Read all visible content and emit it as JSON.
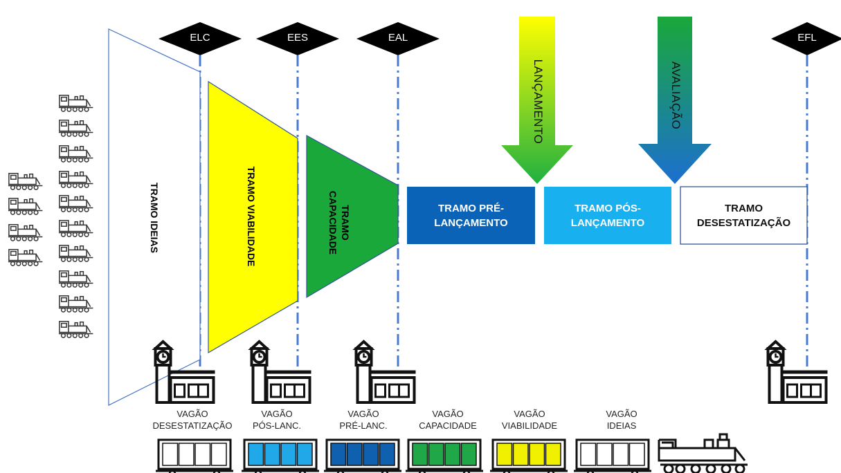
{
  "milestones": [
    {
      "id": "elc",
      "label": "ELC"
    },
    {
      "id": "ees",
      "label": "EES"
    },
    {
      "id": "eal",
      "label": "EAL"
    },
    {
      "id": "efl",
      "label": "EFL"
    }
  ],
  "stages": {
    "ideias": "TRAMO IDEIAS",
    "viabilidade": "TRAMO VIABILIDADE",
    "capacidade_line1": "TRAMO",
    "capacidade_line2": "CAPACIDADE",
    "pre_line1": "TRAMO PRÉ-",
    "pre_line2": "LANÇAMENTO",
    "pos_line1": "TRAMO PÓS-",
    "pos_line2": "LANÇAMENTO",
    "des_line1": "TRAMO",
    "des_line2": "DESESTATIZAÇÃO"
  },
  "arrows": {
    "lancamento": "LANÇAMENTO",
    "avaliacao": "AVALIAÇÃO"
  },
  "wagons": [
    {
      "line1": "VAGÃO",
      "line2": "DESESTATIZAÇÃO"
    },
    {
      "line1": "VAGÃO",
      "line2": "PÓS-LANC."
    },
    {
      "line1": "VAGÃO",
      "line2": "PRÉ-LANC."
    },
    {
      "line1": "VAGÃO",
      "line2": "CAPACIDADE"
    },
    {
      "line1": "VAGÃO",
      "line2": "VIABILIDADE"
    },
    {
      "line1": "VAGÃO",
      "line2": "IDEIAS"
    }
  ],
  "colors": {
    "yellow": "#ffff00",
    "green": "#1aa83a",
    "dark_blue": "#0b63b8",
    "light_blue": "#18b0ee",
    "dash_line": "#4a7bd0",
    "wagon_pos": "#20a8e8",
    "wagon_pre": "#1060b0",
    "wagon_cap": "#20a848",
    "wagon_via": "#f0f000"
  },
  "icons": [
    "locomotive-icon",
    "station-clock-icon",
    "wagon-icon"
  ]
}
